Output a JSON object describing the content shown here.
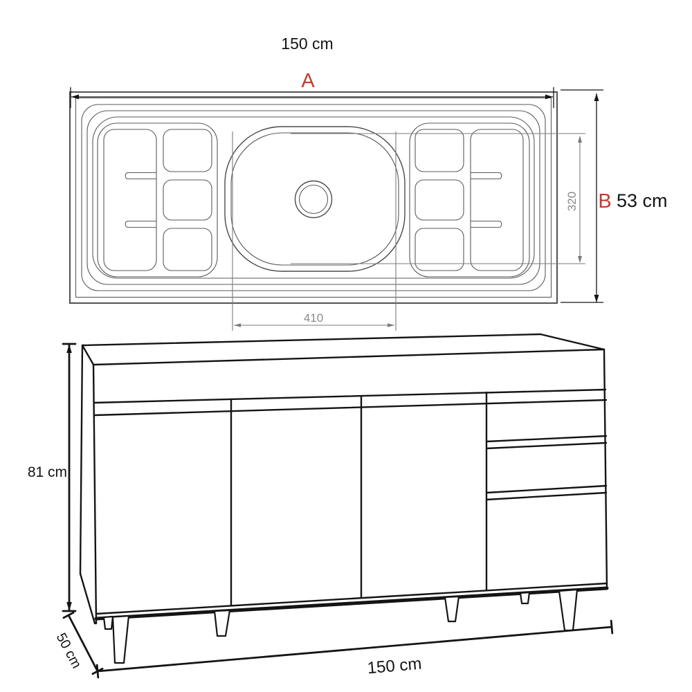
{
  "top_view": {
    "width_value": "150 cm",
    "width_letter": "A",
    "depth_letter": "B",
    "depth_value": "53 cm",
    "sink_width": "410",
    "sink_depth": "320"
  },
  "front_view": {
    "height_value": "81 cm",
    "depth_value": "50 cm",
    "width_value": "150 cm"
  },
  "colors": {
    "letter_accent": "#c43a2f",
    "outline_black": "#141414",
    "drawing_gray": "#5a5a5a",
    "dim_line_gray": "#7a7a7a",
    "dim_text_gray": "#8a8a8a",
    "background": "#ffffff"
  }
}
